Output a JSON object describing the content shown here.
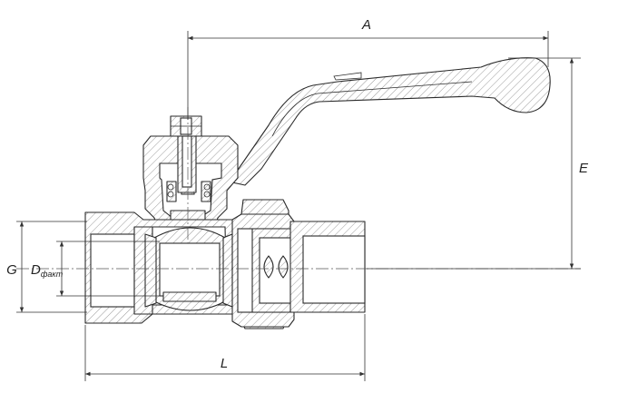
{
  "dimensions": {
    "A": "A",
    "E": "E",
    "G": "G",
    "D_main": "D",
    "D_sub": "факт",
    "L": "L"
  },
  "colors": {
    "line": "#2a2a2a",
    "hatch": "#9a9a9a",
    "background": "#ffffff"
  }
}
